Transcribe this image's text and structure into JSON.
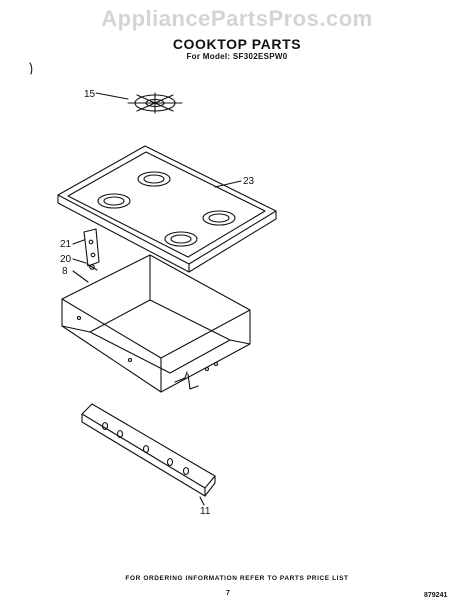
{
  "watermark": "AppliancePartsPros.com",
  "title": "COOKTOP PARTS",
  "subtitle": "For Model: SF302ESPW0",
  "callouts": {
    "grate": "15",
    "cooktop": "23",
    "part21": "21",
    "part20": "20",
    "part8": "8",
    "part11": "11"
  },
  "footer": {
    "note": "FOR ORDERING INFORMATION REFER TO PARTS PRICE LIST",
    "page": "7",
    "code": "879241"
  }
}
